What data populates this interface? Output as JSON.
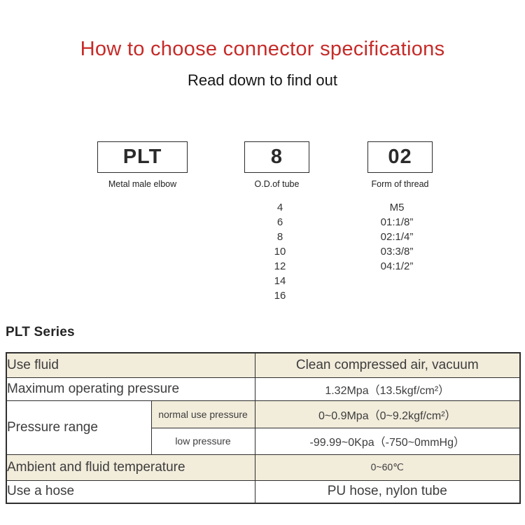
{
  "header": {
    "title": "How to choose connector specifications",
    "subtitle": "Read down to find out"
  },
  "code_builder": {
    "segments": [
      {
        "code": "PLT",
        "label": "Metal male elbow",
        "options": []
      },
      {
        "code": "8",
        "label": "O.D.of tube",
        "options": [
          "4",
          "6",
          "8",
          "10",
          "12",
          "14",
          "16"
        ]
      },
      {
        "code": "02",
        "label": "Form of thread",
        "options": [
          "M5",
          "01:1/8”",
          "02:1/4”",
          "03:3/8”",
          "04:1/2”"
        ]
      }
    ]
  },
  "series": {
    "heading": "PLT Series"
  },
  "spec_table": {
    "rows": [
      {
        "label": "Use fluid",
        "value": "Clean compressed air, vacuum"
      },
      {
        "label": "Maximum operating pressure",
        "value": "1.32Mpa（13.5kgf/cm²）"
      },
      {
        "label": "Pressure range",
        "sub_rows": [
          {
            "sub_label": "normal use pressure",
            "value": "0~0.9Mpa（0~9.2kgf/cm²）"
          },
          {
            "sub_label": "low pressure",
            "value": "-99.99~0Kpa（-750~0mmHg）"
          }
        ]
      },
      {
        "label": "Ambient and fluid temperature",
        "value": "0~60℃"
      },
      {
        "label": "Use a hose",
        "value": "PU hose, nylon tube"
      }
    ]
  },
  "colors": {
    "accent_red": "#c62b28",
    "row_beige": "#f2ecdb",
    "table_border": "#2f2f2f",
    "text": "#3d3d3d"
  }
}
